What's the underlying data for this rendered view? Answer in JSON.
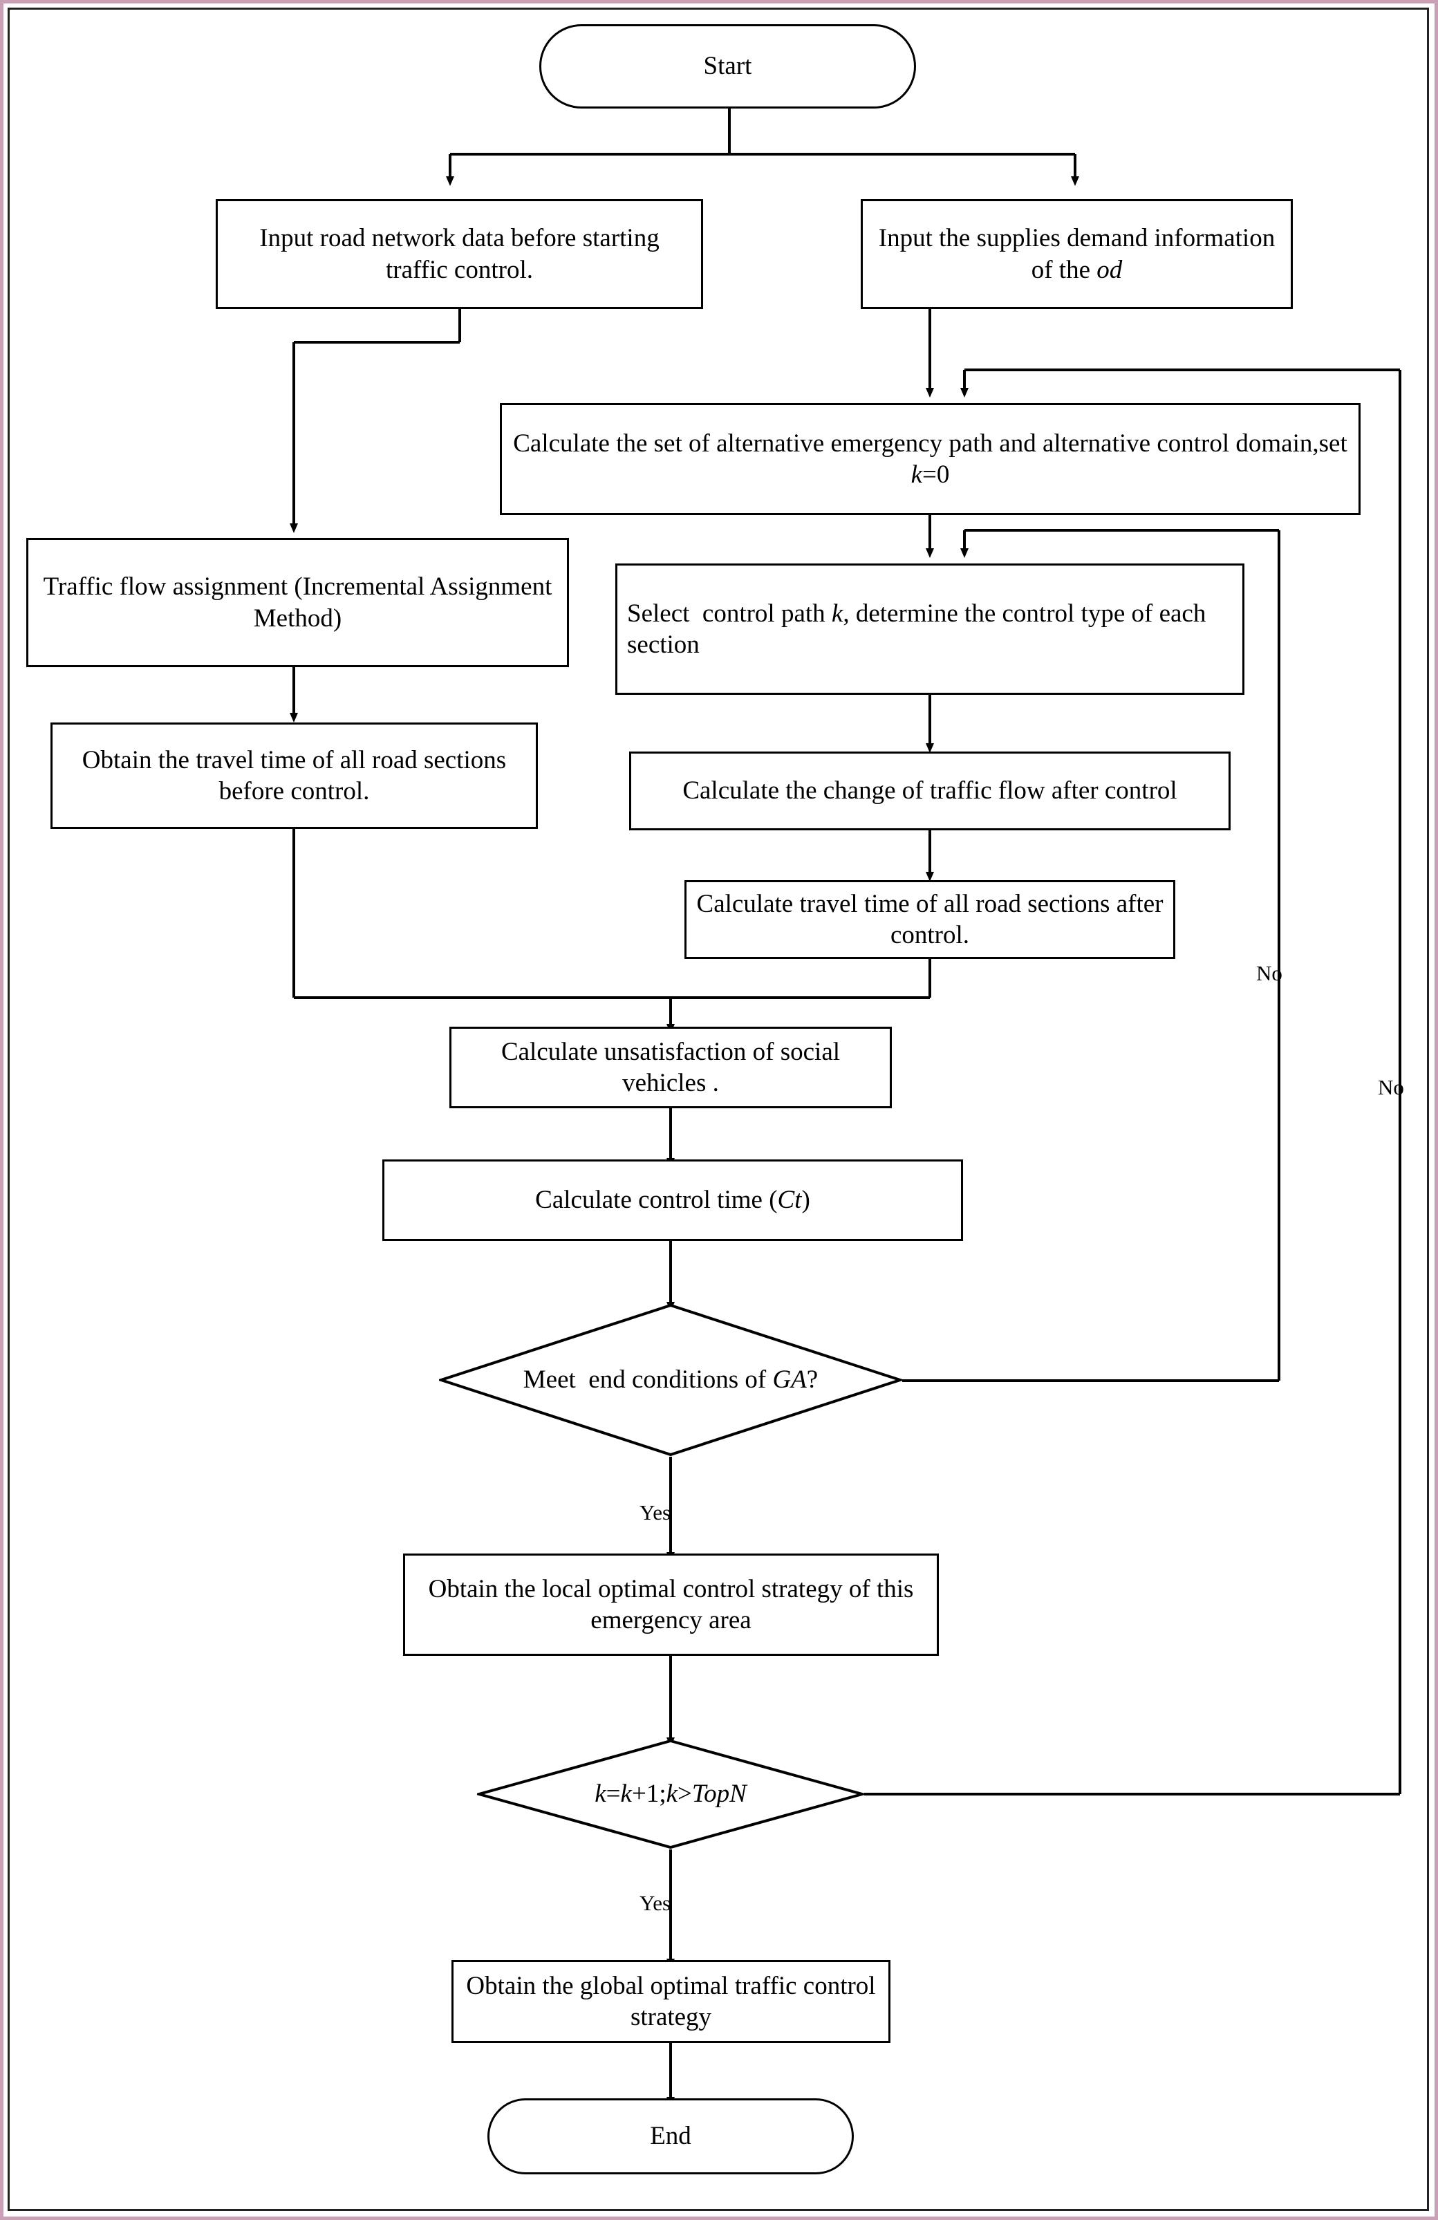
{
  "diagram": {
    "title": "Emergency traffic control strategy flowchart",
    "type": "flowchart",
    "nodes": {
      "start": "Start",
      "input_network": "Input road network data before starting traffic control.",
      "input_supplies": "Input the supplies demand information of the od",
      "calc_alt_set": "Calculate the set of alternative emergency path and alternative control domain,set k=0",
      "traffic_assignment": "Traffic flow assignment (Incremental Assignment Method)",
      "select_path": "Select  control path k, determine the control type of each section",
      "obtain_travel_before": "Obtain the travel time of all road sections before control.",
      "calc_change_flow": "Calculate the change of traffic flow after control",
      "calc_travel_after": "Calculate travel time of all road sections after control.",
      "calc_unsatisfaction": "Calculate unsatisfaction of social vehicles .",
      "calc_control_time": "Calculate control time (Ct)",
      "meet_end_ga": "Meet  end conditions of GA?",
      "obtain_local": "Obtain the local optimal control strategy of this emergency area",
      "k_increment": "k=k+1;k>TopN",
      "obtain_global": "Obtain the global optimal traffic control strategy",
      "end": "End"
    },
    "edge_labels": {
      "no_ga": "No",
      "no_topn": "No",
      "yes_ga": "Yes",
      "yes_topn": "Yes"
    },
    "colors": {
      "outer_border": "#c9a0b6",
      "inner_border": "#222222",
      "stroke": "#000000",
      "fill": "#ffffff"
    }
  }
}
